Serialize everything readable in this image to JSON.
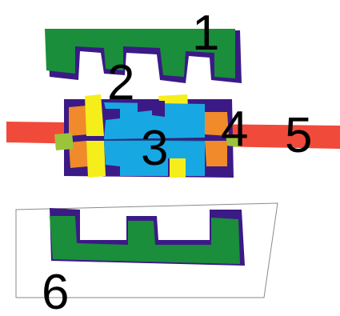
{
  "labels": {
    "l1": "1",
    "l2": "2",
    "l3": "3",
    "l4": "4",
    "l5": "5",
    "l6": "6"
  },
  "colors": {
    "green": "#1a8e3a",
    "purple": "#3b1a86",
    "red": "#f04a3b",
    "orange": "#f08a2b",
    "yellow": "#f6ee1a",
    "cyan": "#17a8e3",
    "lime": "#9ac43a",
    "outline": "#8a8a8a"
  }
}
